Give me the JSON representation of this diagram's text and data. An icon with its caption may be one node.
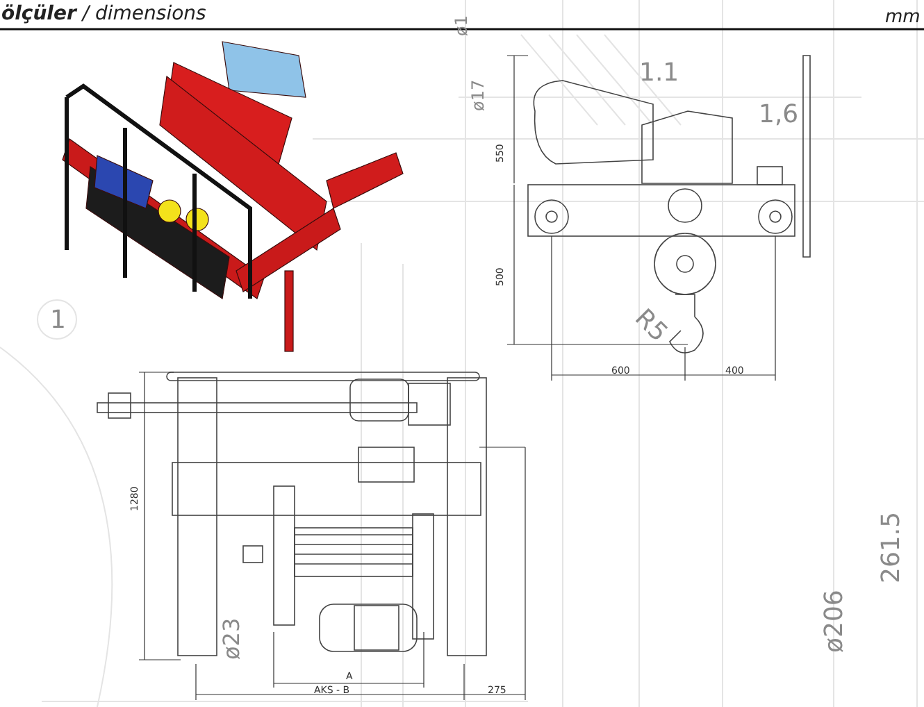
{
  "diagram": {
    "title": "**ölçüler** / dimensions",
    "labels": [
      "ø1",
      "mm",
      "1.1",
      "1,6",
      "ø17",
      "550",
      "1",
      "500",
      "R5",
      "600",
      "400",
      "1280",
      "ø23",
      "ø206",
      "261.5",
      "A",
      "AKS - B",
      "275"
    ]
  }
}
